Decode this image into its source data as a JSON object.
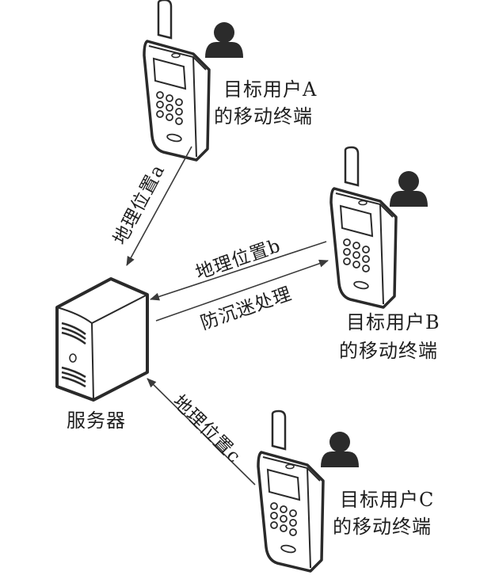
{
  "diagram": {
    "server": {
      "label": "服务器"
    },
    "terminals": [
      {
        "id": "A",
        "line1": "目标用户A",
        "line2": "的移动终端"
      },
      {
        "id": "B",
        "line1": "目标用户B",
        "line2": "的移动终端"
      },
      {
        "id": "C",
        "line1": "目标用户C",
        "line2": "的移动终端"
      }
    ],
    "arrows": {
      "a": {
        "label": "地理位置a",
        "from": "terminal-A",
        "to": "server"
      },
      "b": {
        "label": "地理位置b",
        "from": "terminal-B",
        "to": "server"
      },
      "anti": {
        "label": "防沉迷处理",
        "from": "server",
        "to": "terminal-B"
      },
      "c": {
        "label": "地理位置c",
        "from": "terminal-C",
        "to": "server"
      }
    },
    "colors": {
      "stroke": "#2a2a2a",
      "user_icon": "#2b2b2b",
      "background": "#ffffff"
    }
  }
}
